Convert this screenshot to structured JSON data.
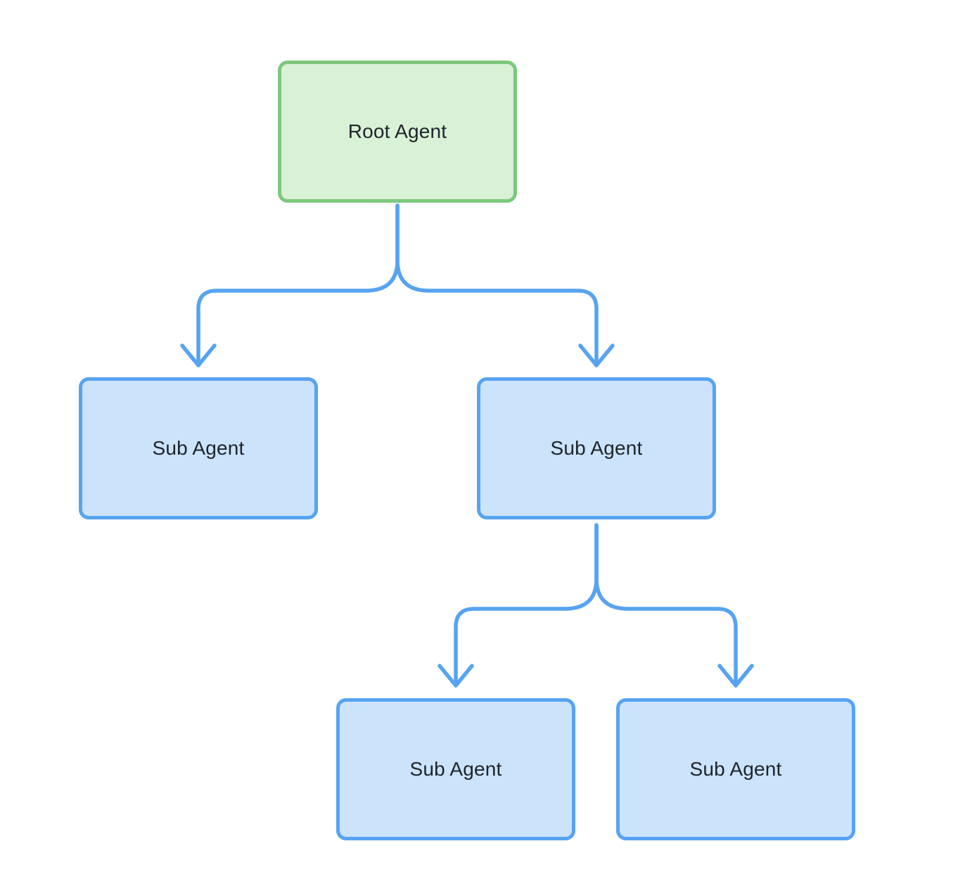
{
  "diagram": {
    "type": "flowchart-tree",
    "direction": "top-down",
    "background": "#ffffff",
    "connector_color": "#57a3f1",
    "nodes": [
      {
        "id": "root",
        "label": "Root Agent",
        "role": "root",
        "fill": "#d9f1d6",
        "border": "#7cc97d",
        "text_color": "#1f242a"
      },
      {
        "id": "sub-left",
        "label": "Sub Agent",
        "role": "sub",
        "fill": "#cbe3fb",
        "border": "#57a3f1",
        "text_color": "#1f242a"
      },
      {
        "id": "sub-right",
        "label": "Sub Agent",
        "role": "sub",
        "fill": "#cbe3fb",
        "border": "#57a3f1",
        "text_color": "#1f242a"
      },
      {
        "id": "sub-right-left",
        "label": "Sub Agent",
        "role": "sub",
        "fill": "#cbe3fb",
        "border": "#57a3f1",
        "text_color": "#1f242a"
      },
      {
        "id": "sub-right-right",
        "label": "Sub Agent",
        "role": "sub",
        "fill": "#cbe3fb",
        "border": "#57a3f1",
        "text_color": "#1f242a"
      }
    ],
    "edges": [
      {
        "from": "root",
        "to": "sub-left",
        "arrow": "open-chevron-down"
      },
      {
        "from": "root",
        "to": "sub-right",
        "arrow": "open-chevron-down"
      },
      {
        "from": "sub-right",
        "to": "sub-right-left",
        "arrow": "open-chevron-down"
      },
      {
        "from": "sub-right",
        "to": "sub-right-right",
        "arrow": "open-chevron-down"
      }
    ]
  }
}
